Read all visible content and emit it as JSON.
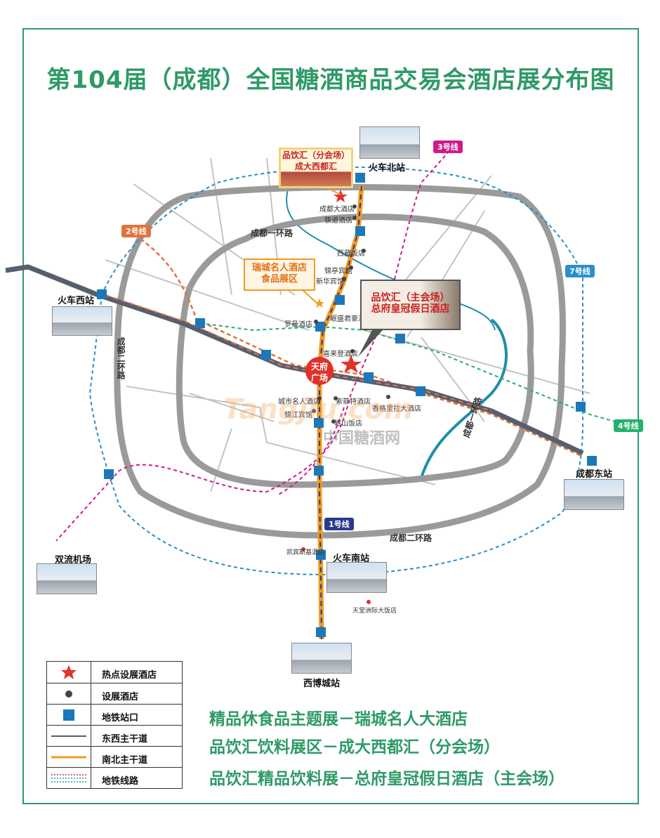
{
  "title": "第104届（成都）全国糖酒商品交易会酒店展分布图",
  "colors": {
    "accent": "#2e9a67",
    "ring": "#9a9a9a",
    "ew_axis": "#555f6e",
    "ns_axis": "#f29a1e",
    "line1": "#2a3a8c",
    "line2": "#e2733b",
    "line3": "#d0198a",
    "line4": "#25b06e",
    "line7": "#2a8fc9",
    "river": "#1f8ea8"
  },
  "roads": {
    "ring1": "成都一环路",
    "ring2_bottom": "成都二环路",
    "ring2_left": "成都二环路",
    "ring1_right": "成都一环路"
  },
  "metro_tags": {
    "line1": "1号线",
    "line2": "2号线",
    "line3": "3号线",
    "line4": "4号线",
    "line7": "7号线"
  },
  "stations": {
    "north": "火车北站",
    "west": "火车西站",
    "east": "成都东站",
    "south": "火车南站",
    "airport": "双流机场",
    "expo": "西博城站",
    "square_top": "天府",
    "square_bottom": "广场"
  },
  "hotels": {
    "h1": "成都大酒店",
    "h2": "铁道酒店",
    "h3": "西藏饭店",
    "h4": "锦亭宾馆",
    "h5": "新华宾馆",
    "h6": "罗曼酒店",
    "h7": "岷盛君豪酒店",
    "h8": "喜来登酒店",
    "h9": "城市名人酒店",
    "h10": "锦江宾馆",
    "h11": "索菲特酒店",
    "h12": "香格里拉大酒店",
    "h13": "岷山饭店",
    "h14": "凯宾斯基酒店",
    "h15": "天堂洲际大饭店"
  },
  "callouts": {
    "c1_line1": "品饮汇（分会场）",
    "c1_line2": "成大西都汇",
    "c2_line1": "瑞城名人酒店",
    "c2_line2": "食品展区",
    "c3_line1": "品饮汇（主会场）",
    "c3_line2": "总府皇冠假日酒店"
  },
  "watermark": {
    "text1": "Tangjiu.com",
    "text2": "中国糖酒网"
  },
  "legend": [
    {
      "label": "热点设展酒店",
      "icon": "red-star-icon"
    },
    {
      "label": "设展酒店",
      "icon": "dot-icon"
    },
    {
      "label": "地铁站口",
      "icon": "metro-icon"
    },
    {
      "label": "东西主干道",
      "icon": "ew-road-icon"
    },
    {
      "label": "南北主干道",
      "icon": "ns-road-icon"
    },
    {
      "label": "地铁线路",
      "icon": "metro-lines-icon"
    }
  ],
  "info_lines": [
    "精品休食品主题展－瑞城名人大酒店",
    "品饮汇饮料展区－成大西都汇（分会场）",
    "品饮汇精品饮料展－总府皇冠假日酒店（主会场）"
  ]
}
